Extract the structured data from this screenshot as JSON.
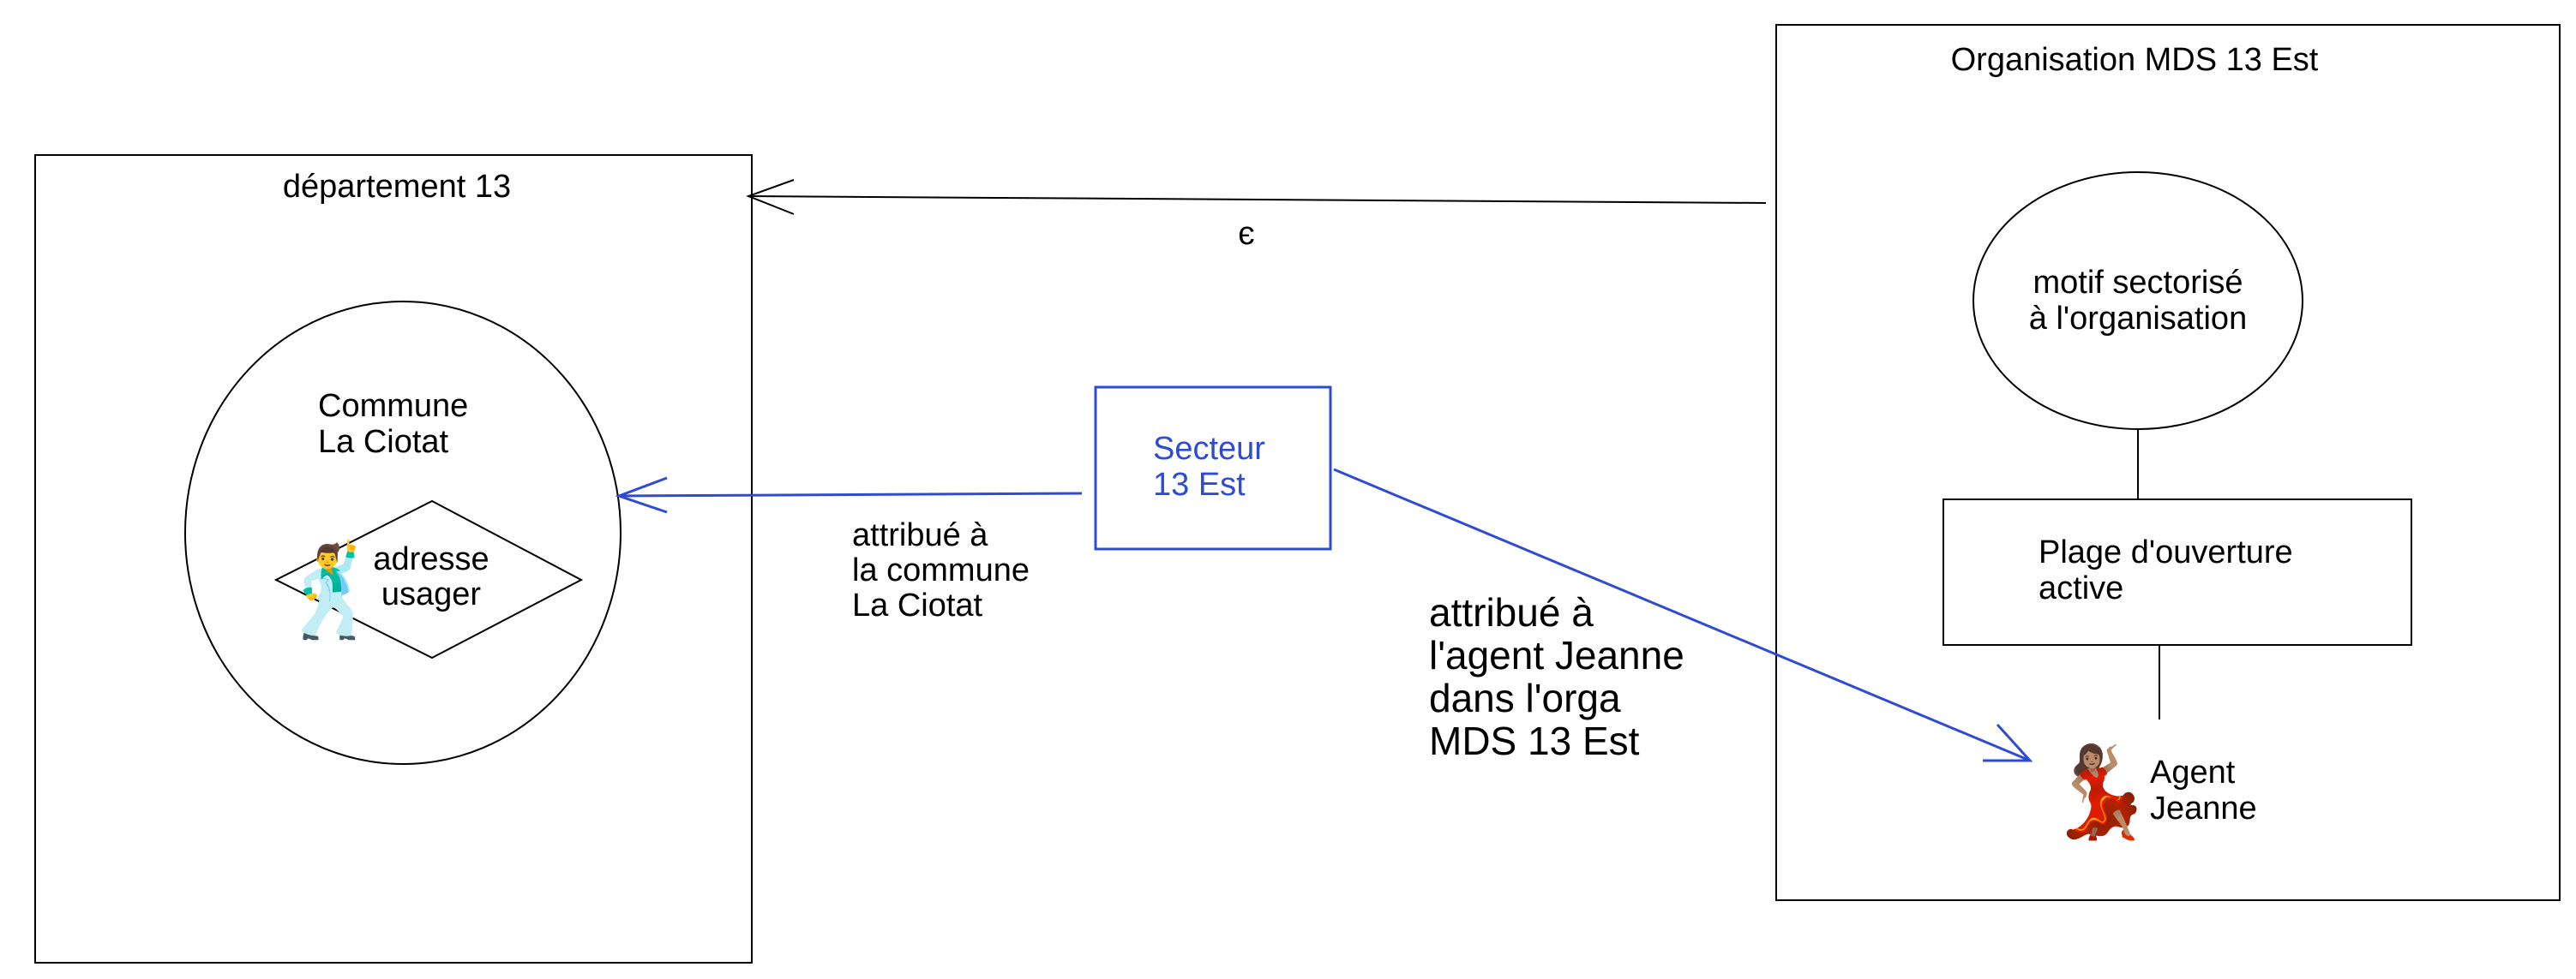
{
  "departement": {
    "title": "département 13"
  },
  "commune": {
    "line1": "Commune",
    "line2": "La Ciotat"
  },
  "adresse": {
    "line1": "adresse",
    "line2": "usager",
    "person_glyph": "🕺"
  },
  "organisation": {
    "title": "Organisation MDS 13 Est"
  },
  "motif": {
    "line1": "motif sectorisé",
    "line2": "à l'organisation"
  },
  "plage": {
    "line1": "Plage d'ouverture",
    "line2": "active"
  },
  "agent": {
    "line1": "Agent",
    "line2": "Jeanne",
    "glyph": "💃🏽"
  },
  "secteur": {
    "line1": "Secteur",
    "line2": "13 Est"
  },
  "membership_label": "є",
  "edge_commune": {
    "line1": "attribué à",
    "line2": "la commune",
    "line3": "La Ciotat"
  },
  "edge_agent": {
    "line1": "attribué à",
    "line2": "l'agent Jeanne",
    "line3": "dans l'orga",
    "line4": "MDS 13 Est"
  },
  "colors": {
    "accent": "#2f4bd3",
    "stroke": "#000000"
  }
}
